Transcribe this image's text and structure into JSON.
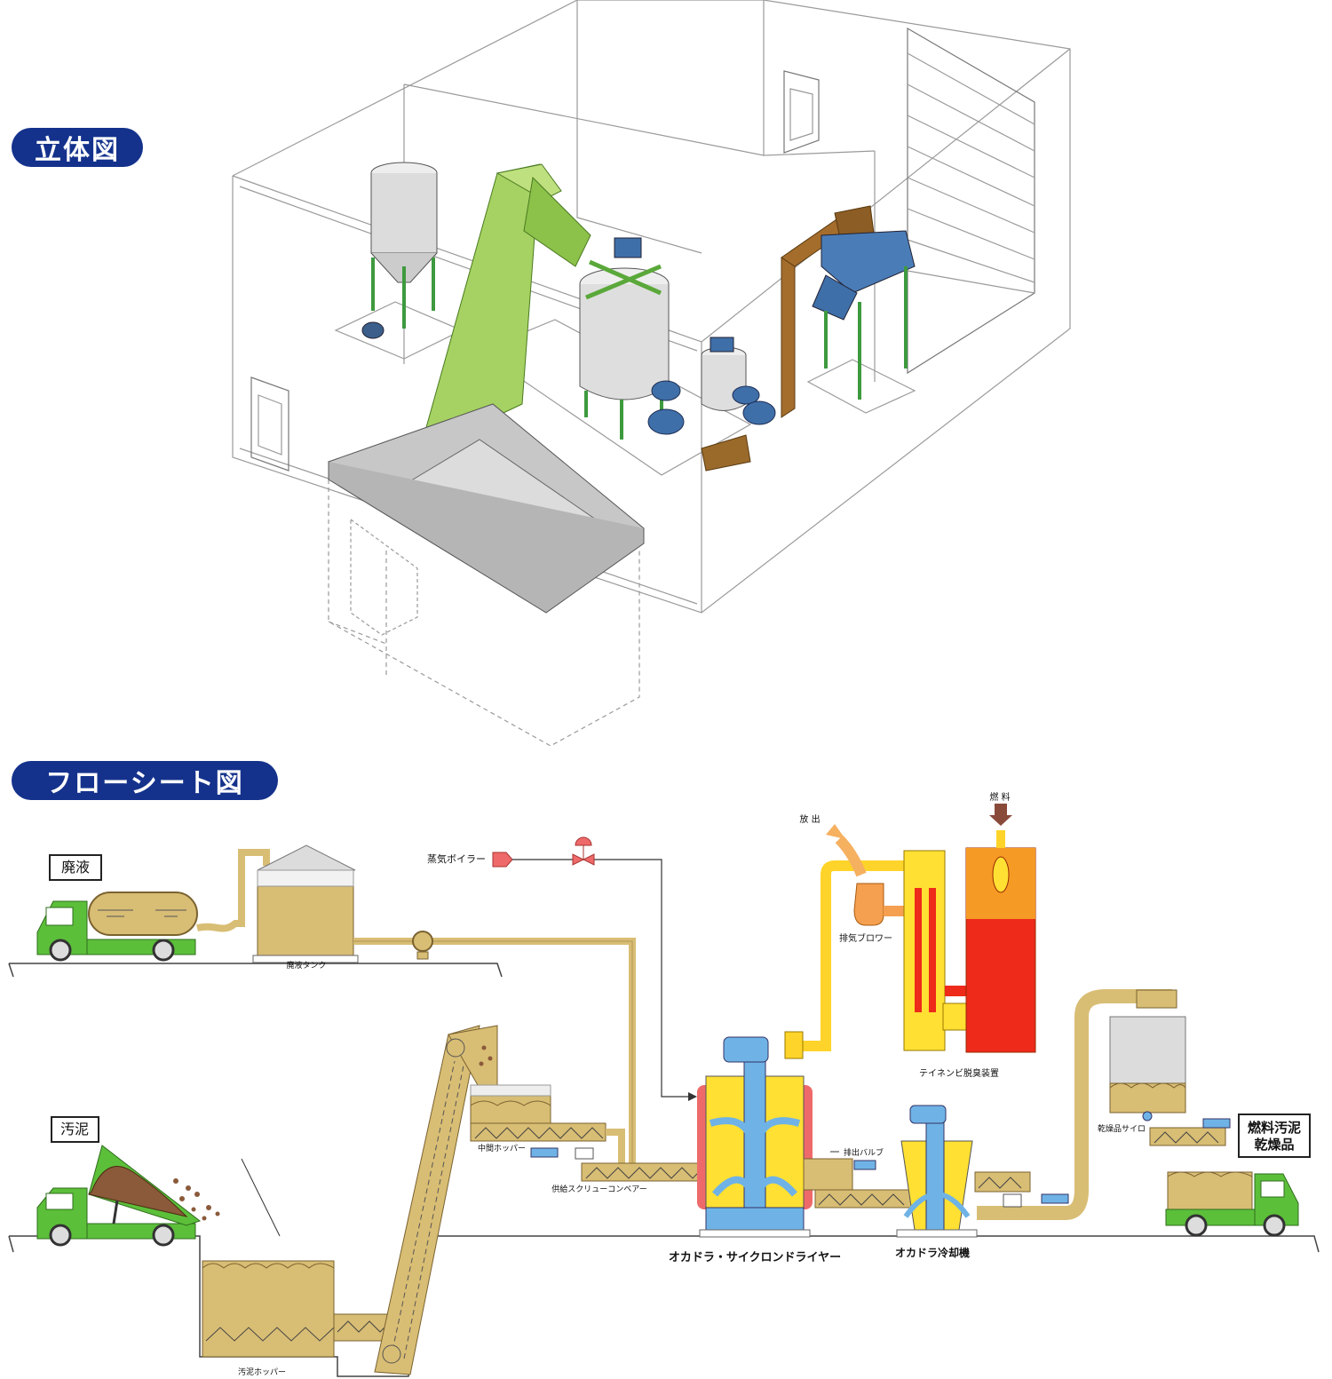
{
  "headings": {
    "isometric": "立体図",
    "flowsheet": "フローシート図"
  },
  "flow_labels": {
    "waste_liquid_box": "廃液",
    "sludge_box": "汚泥",
    "waste_liquid_tank": "廃液タンク",
    "steam_boiler": "蒸気ボイラー",
    "sludge_hopper": "汚泥ホッパー",
    "intermediate_hopper": "中間ホッパー",
    "feed_screw_conveyor": "供給スクリューコンベアー",
    "cyclone_dryer": "オカドラ・サイクロンドライヤー",
    "discharge_valve": "排出バルブ",
    "cooler": "オカドラ冷却機",
    "exhaust_blower": "排気ブロワー",
    "release": "放 出",
    "fuel": "燃 料",
    "deodorizer": "テイネンビ脱臭装置",
    "dried_silo": "乾燥品サイロ",
    "product_line1": "燃料汚泥",
    "product_line2": "乾燥品"
  },
  "colors": {
    "heading_bg": "#14328c",
    "pipe_tan": "#d8bd74",
    "pipe_yellow": "#ffd42a",
    "equipment_blue": "#6fb3e6",
    "truck_green": "#5cbf3a",
    "conveyor_green": "#9acd50",
    "deodorizer_red": "#ee2a1a"
  }
}
